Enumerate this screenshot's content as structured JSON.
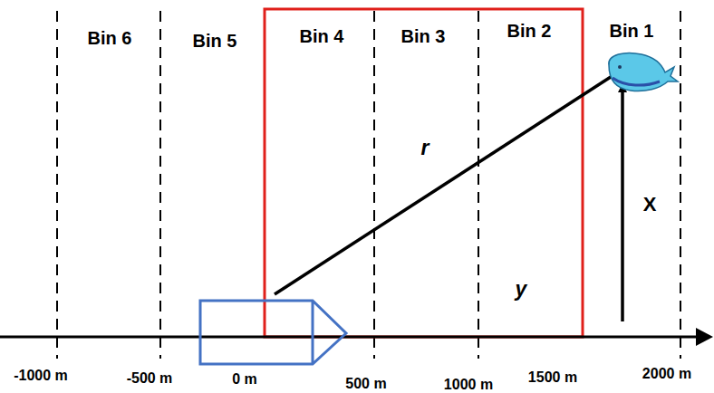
{
  "diagram": {
    "labels": [
      "Bin 6",
      "Bin 5",
      "Bin 4",
      "Bin 3",
      "Bin 2",
      "Bin 1",
      "r",
      "y",
      "X",
      "-1000 m",
      "-500 m",
      "0 m",
      "500 m",
      "1000 m",
      "1500 m",
      "2000 m"
    ]
  }
}
